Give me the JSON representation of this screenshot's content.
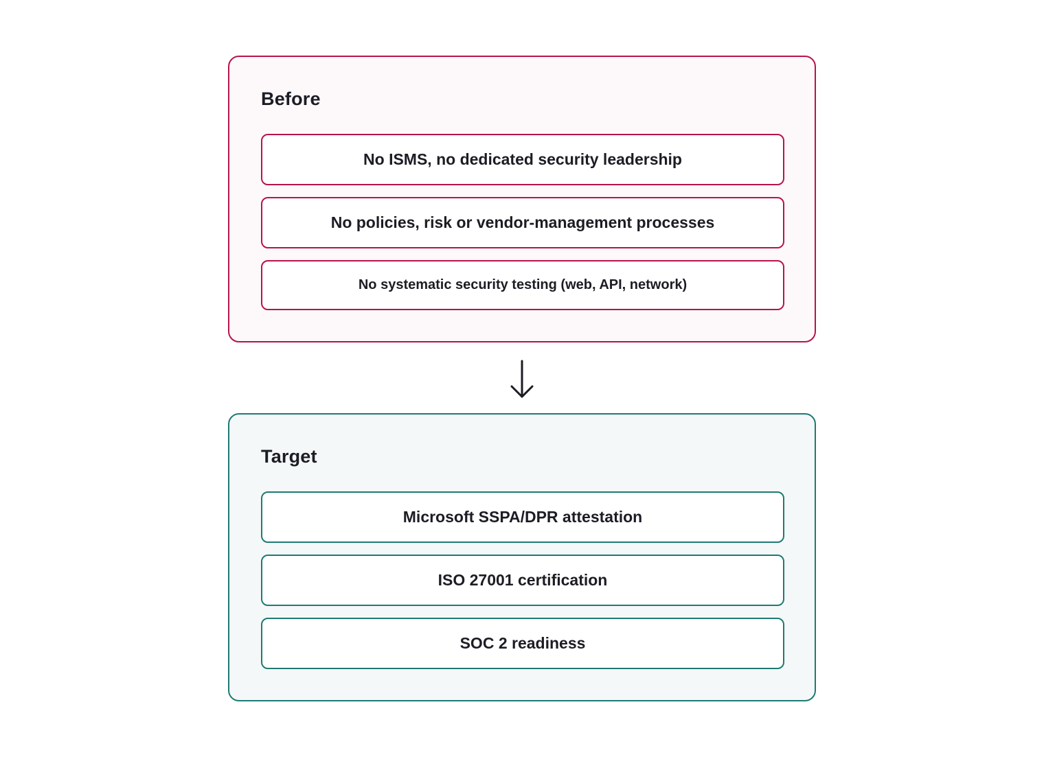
{
  "before": {
    "title": "Before",
    "items": [
      "No ISMS, no dedicated security leadership",
      "No policies, risk or vendor-management processes",
      "No systematic security testing (web, API, network)"
    ]
  },
  "target": {
    "title": "Target",
    "items": [
      "Microsoft SSPA/DPR attestation",
      "ISO 27001 certification",
      "SOC 2 readiness"
    ]
  },
  "colors": {
    "before_border": "#b8124a",
    "target_border": "#1d7a72",
    "arrow": "#1c1c24"
  },
  "icons": {
    "transition": "arrow-down-icon"
  }
}
